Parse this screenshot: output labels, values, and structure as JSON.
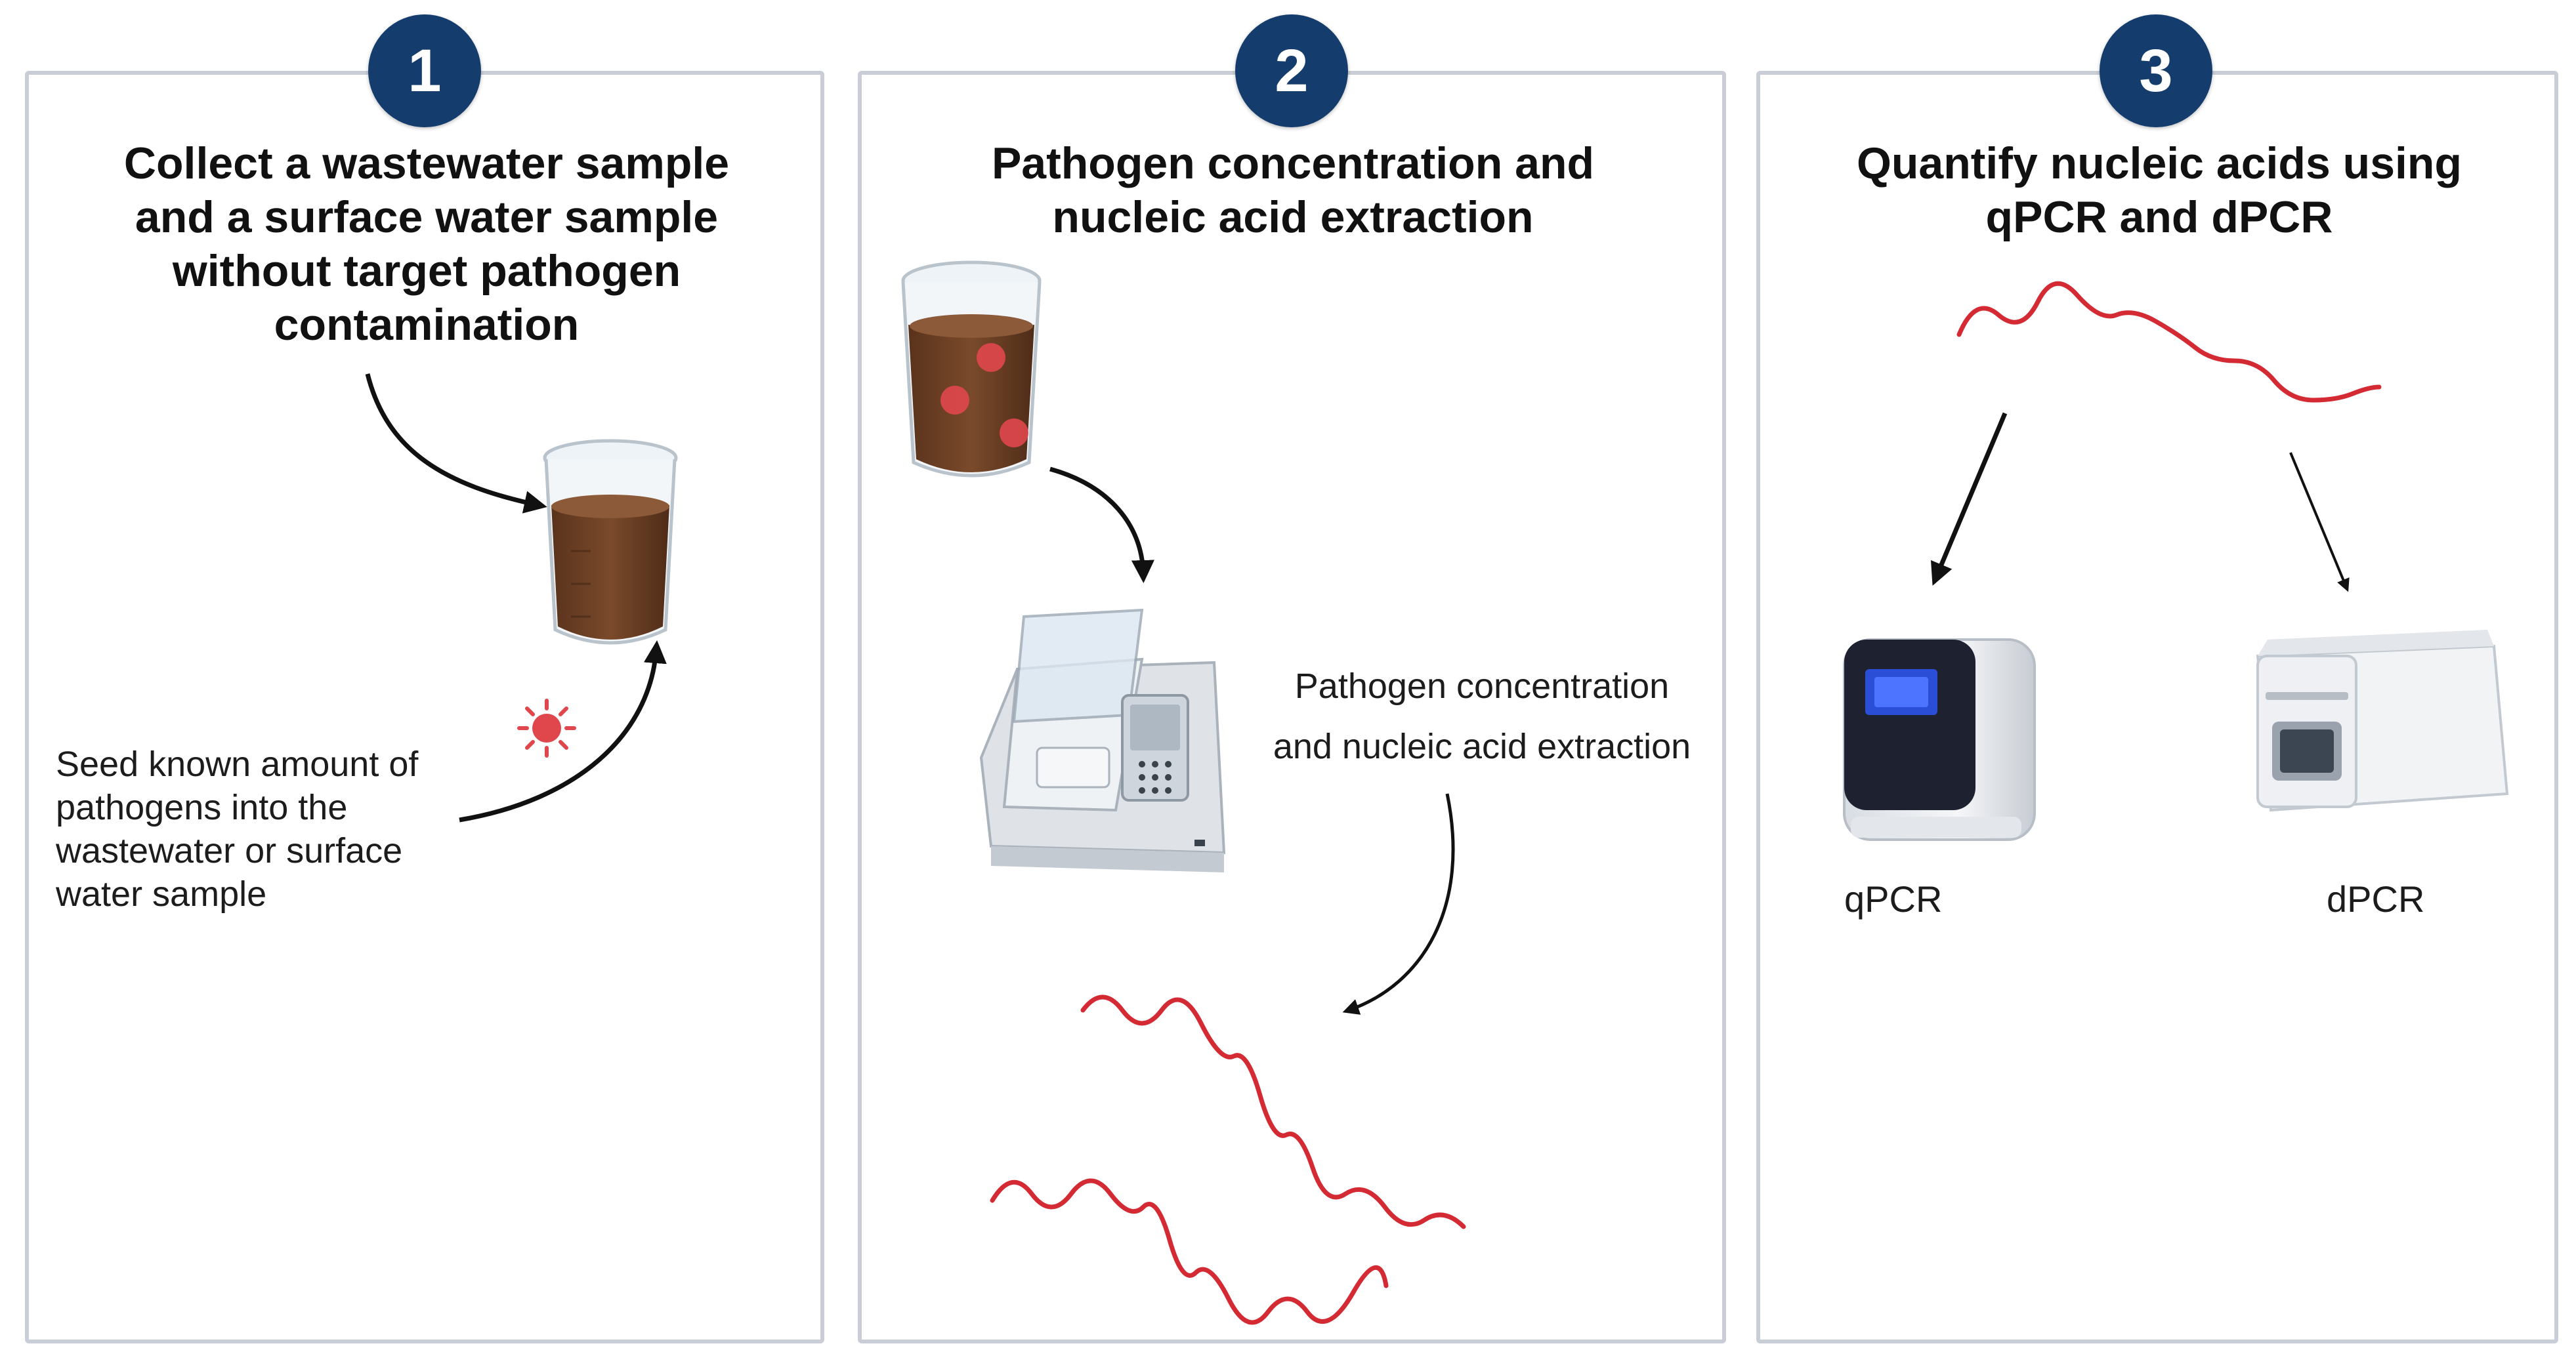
{
  "steps": [
    {
      "number": "1",
      "title": "Collect a wastewater sample\nand a surface water sample\nwithout target pathogen\ncontamination",
      "caption": "Seed known amount of\npathogens into the\nwastewater or surface\nwater sample"
    },
    {
      "number": "2",
      "title": "Pathogen concentration and\nnucleic acid extraction",
      "caption": "Pathogen concentration\nand nucleic acid extraction"
    },
    {
      "number": "3",
      "title": "Quantify nucleic acids using\nqPCR and dPCR",
      "devices": [
        "qPCR",
        "dPCR"
      ]
    }
  ],
  "colors": {
    "badge": "#143c6d",
    "panel_border": "#c9ced6",
    "nucleic_acid": "#d42a33",
    "sample_liquid": "#6b3f24",
    "pathogen": "#e0474c"
  }
}
